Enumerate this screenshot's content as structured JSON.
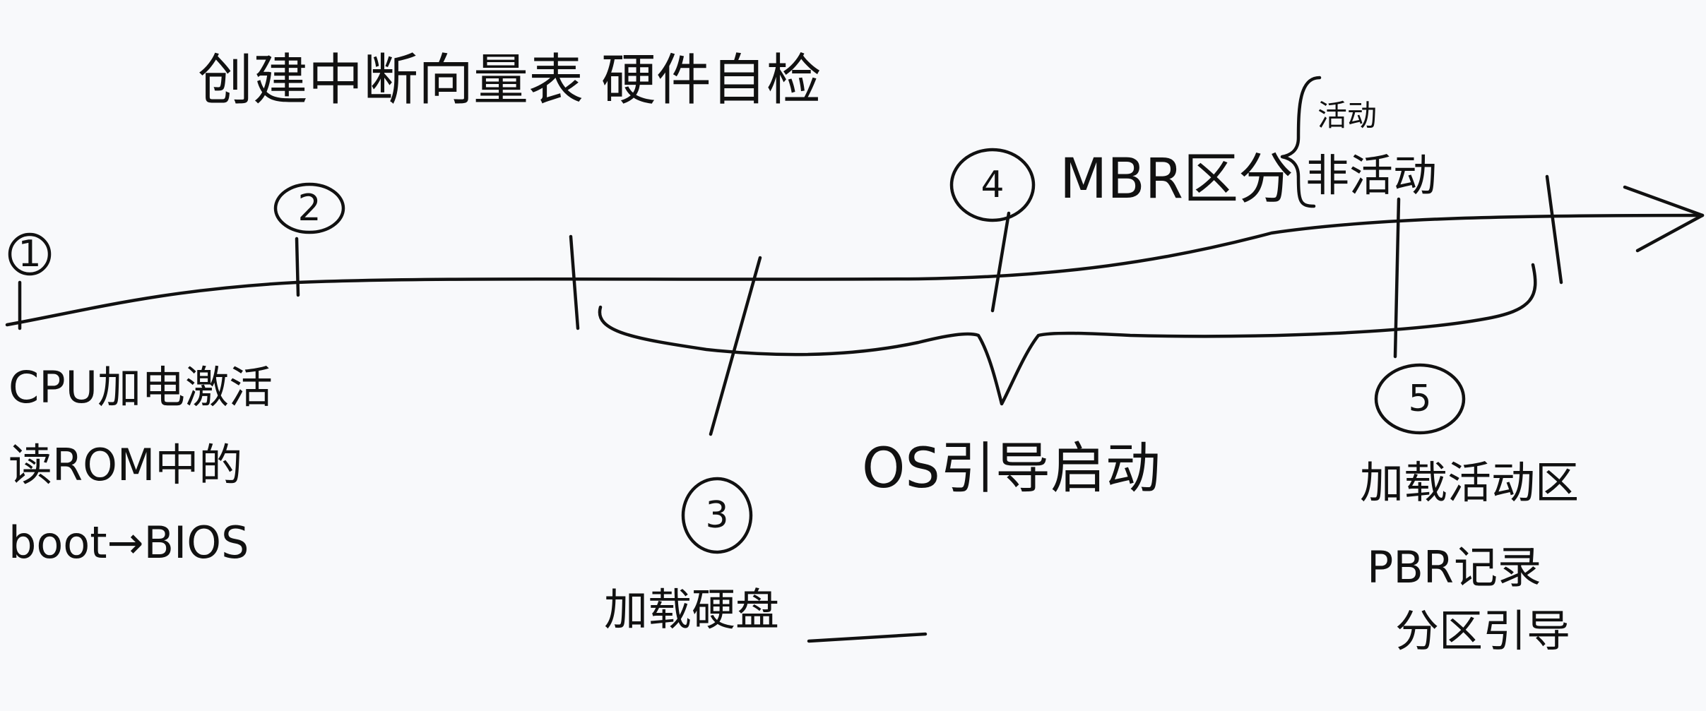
{
  "top_note": "创建中断向量表 硬件自检",
  "steps": {
    "s1": {
      "number": "1",
      "lines": [
        "CPU加电激活",
        "读ROM中的",
        "boot→BIOS"
      ]
    },
    "s2": {
      "number": "2"
    },
    "s3": {
      "number": "3",
      "lines": [
        "加载硬盘"
      ]
    },
    "s4": {
      "number": "4",
      "mbr_label": "MBR区分",
      "brace_top": "活动",
      "brace_bottom": "非活动"
    },
    "s5": {
      "number": "5",
      "lines": [
        "加载活动区",
        "PBR记录",
        "分区引导"
      ]
    }
  },
  "brace_label": "OS引导启动",
  "colors": {
    "ink": "#111111",
    "paper": "#f8f9fb"
  }
}
